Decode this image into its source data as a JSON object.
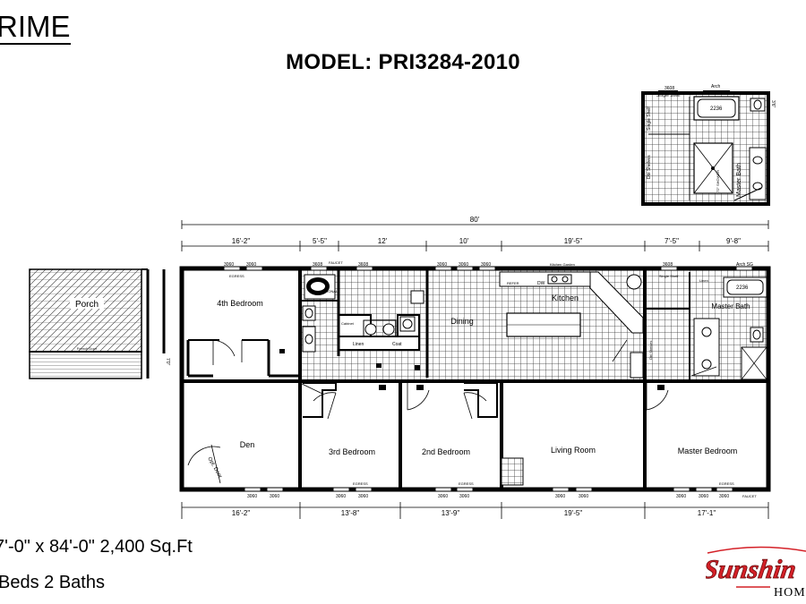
{
  "header": {
    "series": "RIME",
    "model": "MODEL: PRI3284-2010"
  },
  "specs": {
    "size": "7'-0\" x 84'-0\"   2,400 Sq.Ft",
    "beds_baths": "Beds 2 Baths"
  },
  "logo": {
    "brand": "Sunshin",
    "sub": "HOM",
    "color_red": "#d42027"
  },
  "dimensions": {
    "overall": "80'",
    "top": [
      "16'-2\"",
      "5'-5\"",
      "12'",
      "10'",
      "19'-5\"",
      "7'-5\"",
      "9'-8\""
    ],
    "bottom": [
      "16'-2\"",
      "13'-8\"",
      "13'-9\"",
      "19'-5\"",
      "17'-1\""
    ],
    "porch_side": "7'0\"",
    "inset_side": "3'6\""
  },
  "rooms": {
    "porch": "Porch",
    "bedroom4": "4th Bedroom",
    "dining": "Dining",
    "kitchen": "Kitchen",
    "master_bath": "Master Bath",
    "den": "Den",
    "bedroom3": "3rd Bedroom",
    "bedroom2": "2nd Bedroom",
    "living": "Living Room",
    "master_bed": "Master Bedroom"
  },
  "labels": {
    "w3060": "3060",
    "w3608": "3608",
    "egress": "EGRESS",
    "faucet": "FAUCET",
    "optional": "OPTIONAL",
    "cabinet": "Cabinet",
    "linen": "Linen",
    "coat": "Coat",
    "refer": "REFER",
    "dw": "DW",
    "kitchen_garden": "Kitchen Garden",
    "single_shelf": "Single Shelf",
    "arch_sg": "Arch SG",
    "arch": "Arch",
    "tub": "2236",
    "dbl_shelves": "Dbl Shelves",
    "opt_door": "Opt. Door",
    "door3660": "3660",
    "french_door": "French Door",
    "shower": "72\" SHOWER",
    "bath_label_inset": "Master Bath"
  }
}
